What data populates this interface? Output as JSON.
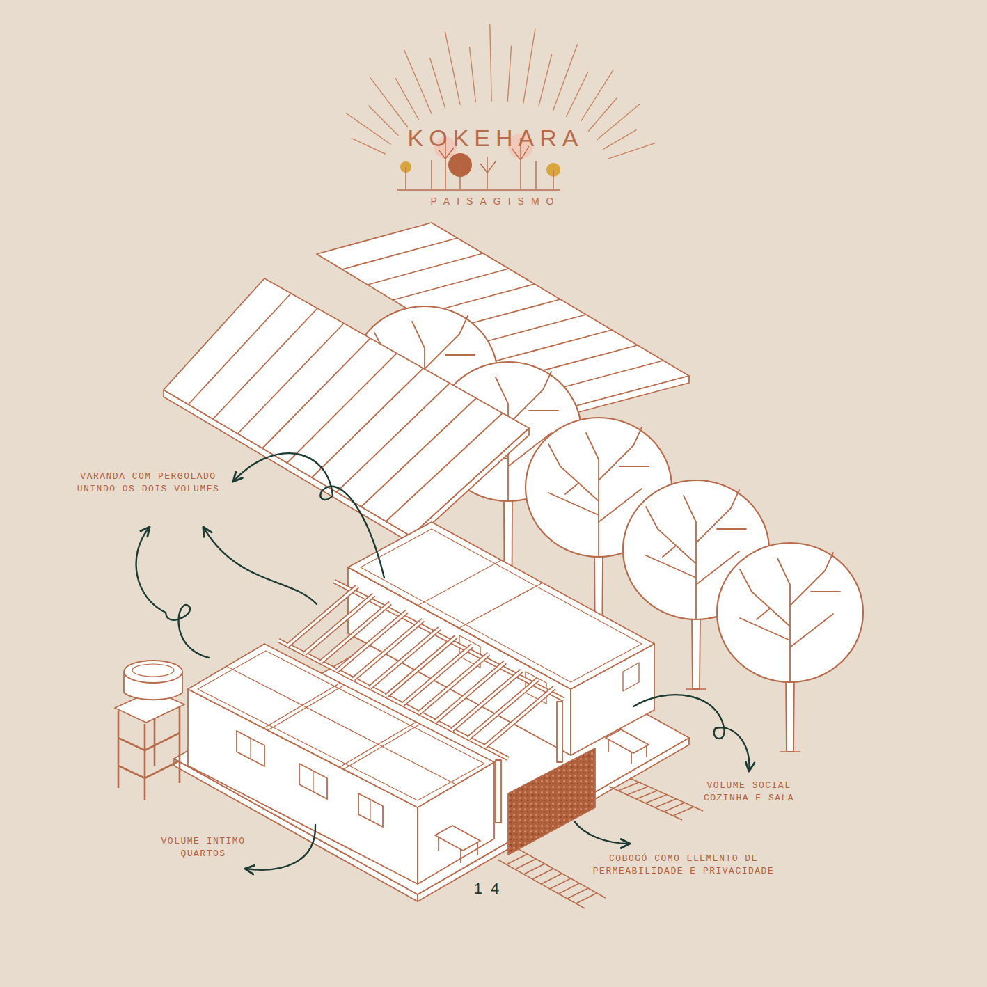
{
  "diagram": {
    "title": "KOKEHARA",
    "labels": [
      "PAISAGISMO",
      "VARANDA COM PERGOLADO UNINDO OS DOIS VOLUMES",
      "VOLUME SOCIAL COZINHA E SALA",
      "COBOGÓ COMO ELEMENTO DE PERMEABILIDADE E PRIVACIDADE",
      "VOLUME INTIMO QUARTOS",
      "14"
    ]
  }
}
